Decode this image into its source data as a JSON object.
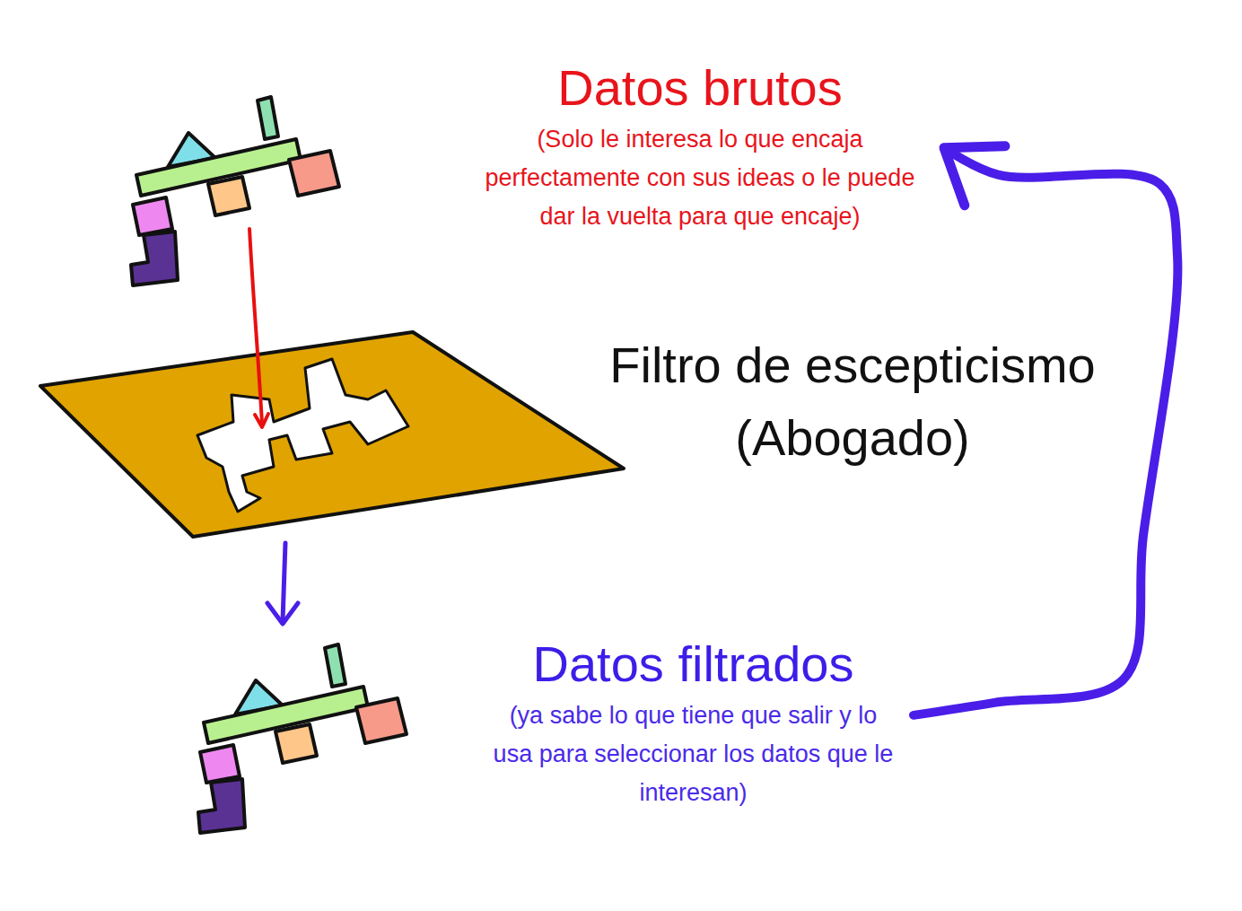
{
  "diagram": {
    "nodes": [
      {
        "text": [
          "Datos brutos",
          "(Solo le interesa lo que encaja perfectamente con sus ideas o le puede dar la vuelta para que encaje)"
        ]
      },
      {
        "text": [
          "Datos filtrados",
          "(ya sabe lo que tiene que salir y lo usa para seleccionar los datos que le interesan)"
        ]
      }
    ],
    "edges": [
      {
        "from": 1,
        "to": 0,
        "arrow": "to"
      }
    ],
    "labels": [
      "Filtro de escepticismo (Abogado)"
    ]
  }
}
